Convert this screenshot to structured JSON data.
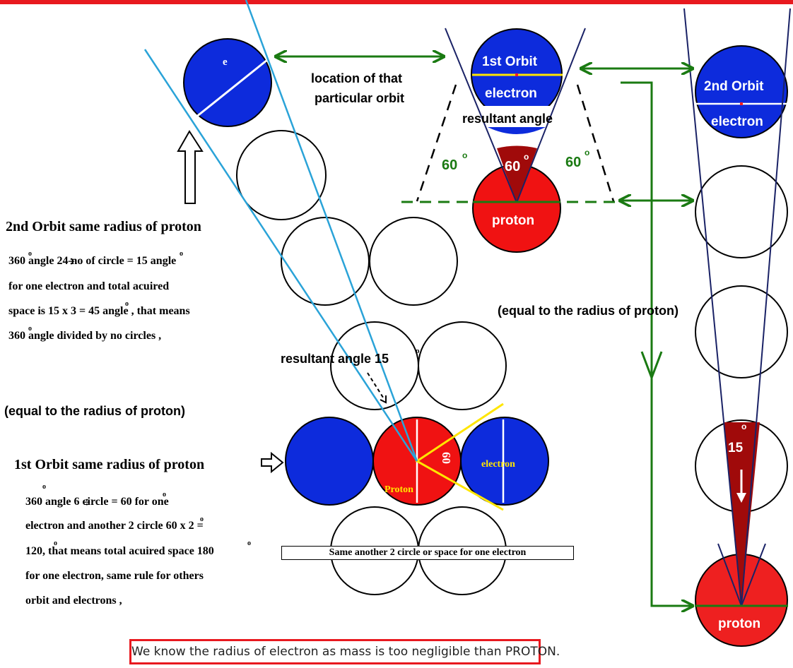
{
  "labels": {
    "e": "e",
    "location_orbit_line1": "location of that",
    "location_orbit_line2": "particular orbit",
    "first_orbit_top": "1st  Orbit",
    "electron_top": "electron",
    "resultant_angle_top": "resultant angle",
    "deg60_left": "60",
    "deg60_mid": "60",
    "deg60_right": "60",
    "proton_top": "proton",
    "second_orbit": "2nd  Orbit",
    "electron_right": "electron",
    "second_orbit_heading": "2nd Orbit same radius of proton",
    "para2_line1": "360  angle     24 no of  circle = 15  angle",
    "para2_line2": "for one electron and total acuired",
    "para2_line3": "space is 15 x 3 = 45  angle , that means",
    "para2_line4": "360  angle divided by no circles ,",
    "equal_radius_mid": "(equal to the radius of proton)",
    "resultant_angle_15": "resultant angle 15",
    "equal_radius_left": "(equal to the radius of proton)",
    "first_orbit_heading": "1st  Orbit same radius of proton",
    "para1_line1": "360  angle     6 circle = 60  for one",
    "para1_line2": "electron and another 2 circle 60  x 2 =",
    "para1_line3": "120,  that means total acuired  space 180",
    "para1_line4": "for one electron, same rule for others",
    "para1_line5": "orbit and electrons ,",
    "proton_center": "Proton",
    "deg60_rotated": "60",
    "electron_center": "electron",
    "deg15_right": "15",
    "proton_right": "proton",
    "degree_mark": "o",
    "same_another": "Same another 2 circle or space for one electron",
    "footer_note": "We know the radius of electron as mass is too negligible than PROTON."
  },
  "colors": {
    "border_red": "#e8191f",
    "electron_blue": "#0d2bdc",
    "proton_red": "#f01212",
    "dark_red": "#a00a0a",
    "green": "#1a7a12",
    "light_blue_line": "#2aa3d8",
    "navy_line": "#1a2266",
    "yellow": "#ffe600"
  }
}
